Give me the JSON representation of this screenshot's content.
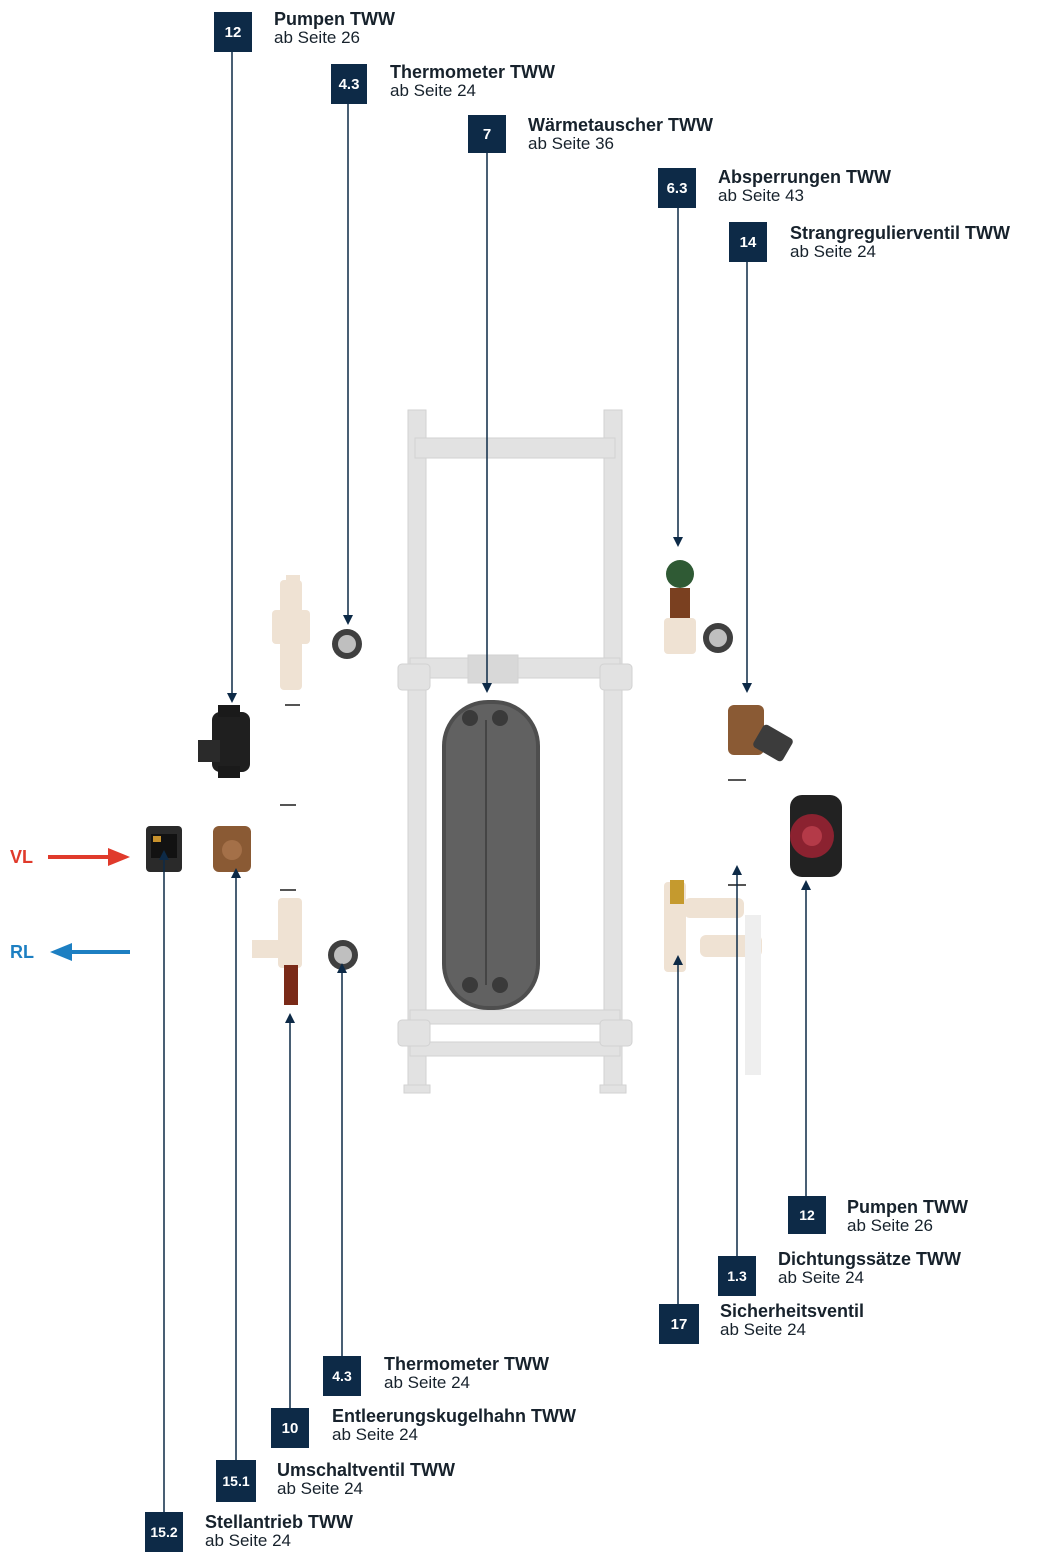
{
  "callouts": [
    {
      "id": "c12a",
      "num": "12",
      "title": "Pumpen TWW",
      "page": "ab Seite 26"
    },
    {
      "id": "c43a",
      "num": "4.3",
      "title": "Thermometer TWW",
      "page": "ab Seite 24"
    },
    {
      "id": "c7",
      "num": "7",
      "title": "Wärmetauscher TWW",
      "page": "ab Seite 36"
    },
    {
      "id": "c63",
      "num": "6.3",
      "title": "Absperrungen TWW",
      "page": "ab Seite 43"
    },
    {
      "id": "c14",
      "num": "14",
      "title": "Strangregulierventil TWW",
      "page": "ab Seite 24"
    },
    {
      "id": "c12b",
      "num": "12",
      "title": "Pumpen TWW",
      "page": "ab Seite 26"
    },
    {
      "id": "c13",
      "num": "1.3",
      "title": "Dichtungssätze TWW",
      "page": "ab Seite 24"
    },
    {
      "id": "c17",
      "num": "17",
      "title": "Sicherheitsventil",
      "page": "ab Seite 24"
    },
    {
      "id": "c43b",
      "num": "4.3",
      "title": "Thermometer TWW",
      "page": "ab Seite 24"
    },
    {
      "id": "c10",
      "num": "10",
      "title": "Entleerungskugelhahn TWW",
      "page": "ab Seite 24"
    },
    {
      "id": "c151",
      "num": "15.1",
      "title": "Umschaltventil TWW",
      "page": "ab Seite 24"
    },
    {
      "id": "c152",
      "num": "15.2",
      "title": "Stellantrieb TWW",
      "page": "ab Seite 24"
    }
  ],
  "flow": {
    "supply_label": "VL",
    "supply_color": "#e03a2b",
    "return_label": "RL",
    "return_color": "#1d7fc2"
  },
  "colors": {
    "badge": "#0d2a47",
    "frame": "#dcdcdc",
    "exchanger": "#5a5a5a",
    "pump_body": "#2a2a2a",
    "pump_red": "#8b2230",
    "brass": "#8a5a34"
  }
}
